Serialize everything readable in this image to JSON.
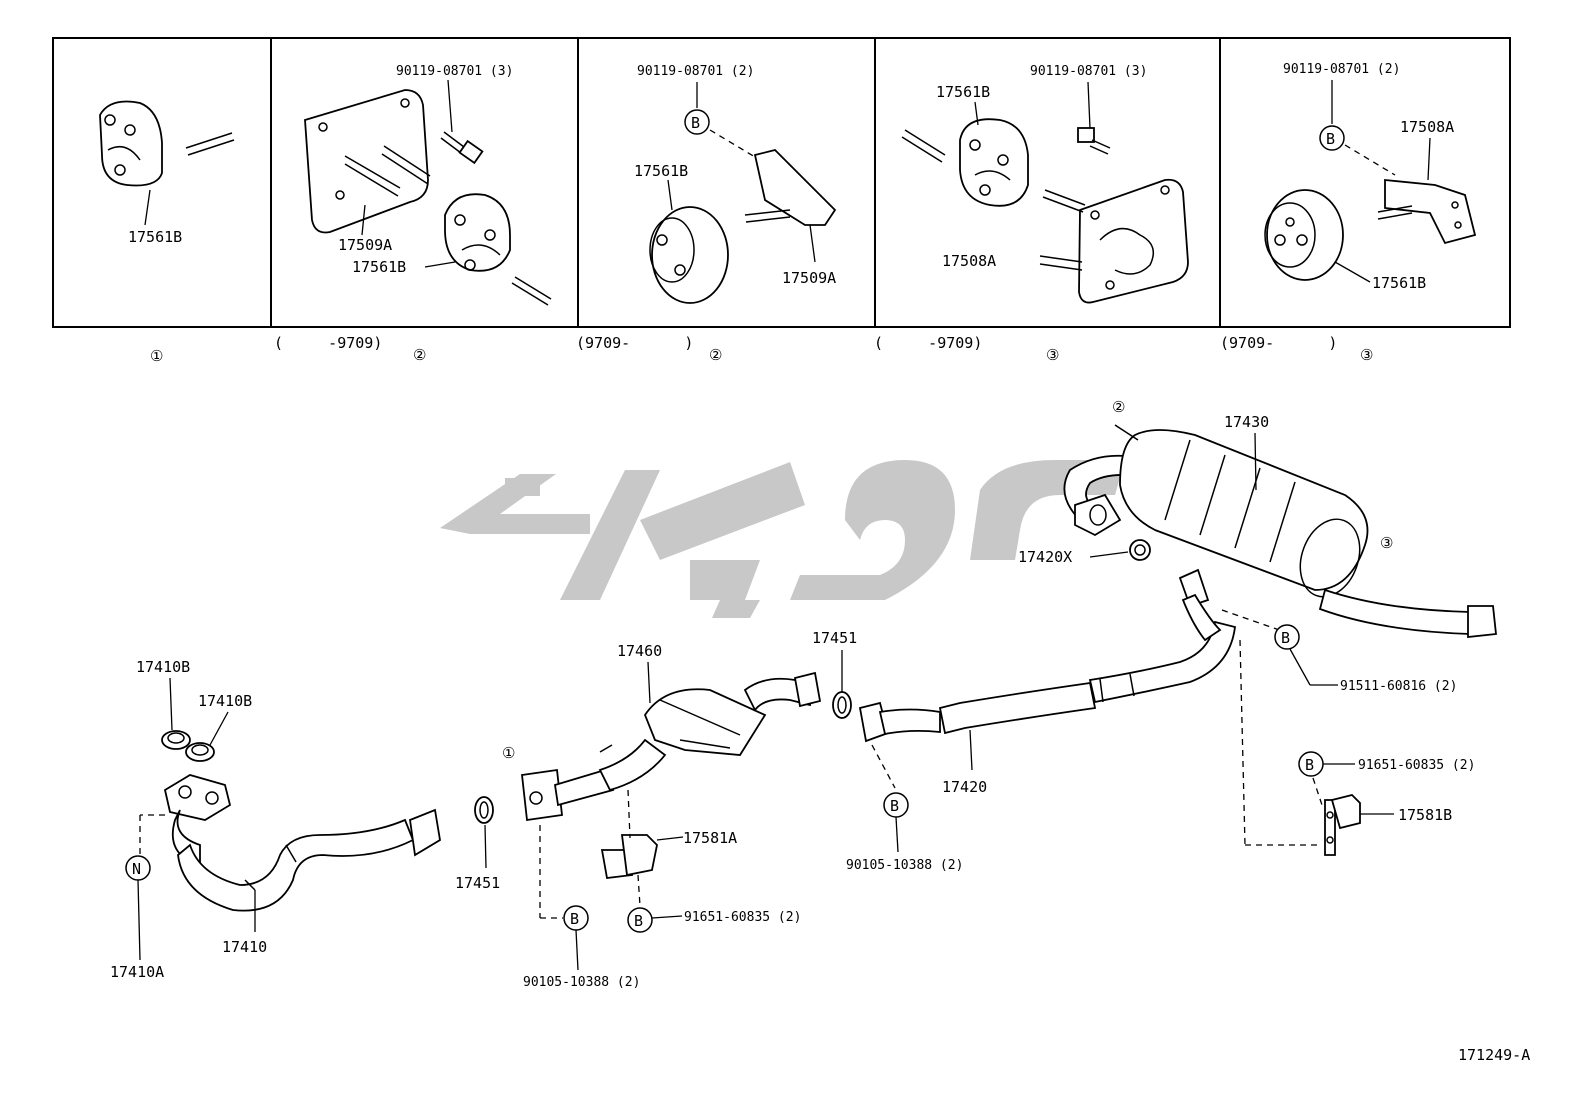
{
  "insets": [
    {
      "callout": "①",
      "range": "",
      "labels": {
        "p1": "17561B"
      }
    },
    {
      "callout": "②",
      "range": "(     -9709)",
      "labels": {
        "bolt": "90119-08701 (3)",
        "bracket": "17509A",
        "insulator": "17561B"
      }
    },
    {
      "callout": "②",
      "range": "(9709-      )",
      "labels": {
        "bolt": "90119-08701 (2)",
        "insulator": "17561B",
        "bracket": "17509A"
      }
    },
    {
      "callout": "③",
      "range": "(     -9709)",
      "labels": {
        "bolt": "90119-08701 (3)",
        "insulator": "17561B",
        "bracket": "17508A"
      }
    },
    {
      "callout": "③",
      "range": "(9709-      )",
      "labels": {
        "bolt": "90119-08701 (2)",
        "bracket": "17508A",
        "insulator": "17561B"
      }
    }
  ],
  "main": {
    "gasket_a": "17410B",
    "gasket_b": "17410B",
    "front_pipe": "17410",
    "front_pipe_gasket": "17410A",
    "gasket_mid": "17451",
    "gasket_right": "17451",
    "converter": "17460",
    "bracket_front": "17581A",
    "center_pipe": "17420",
    "tail_pipe": "17430",
    "seal_ring": "17420X",
    "bracket_rear": "17581B",
    "bolt_front_conv": "90105-10388 (2)",
    "bolt_bracket_front": "91651-60835 (2)",
    "bolt_center": "90105-10388 (2)",
    "bolt_rear_upper": "91511-60816 (2)",
    "bolt_rear_lower": "91651-60835 (2)",
    "callout_1": "①",
    "callout_2": "②",
    "callout_3": "③",
    "marker_b": "B",
    "marker_n": "N",
    "diagram_id": "171249-A"
  },
  "colors": {
    "line": "#000000",
    "watermark": "#c8c8c8"
  }
}
